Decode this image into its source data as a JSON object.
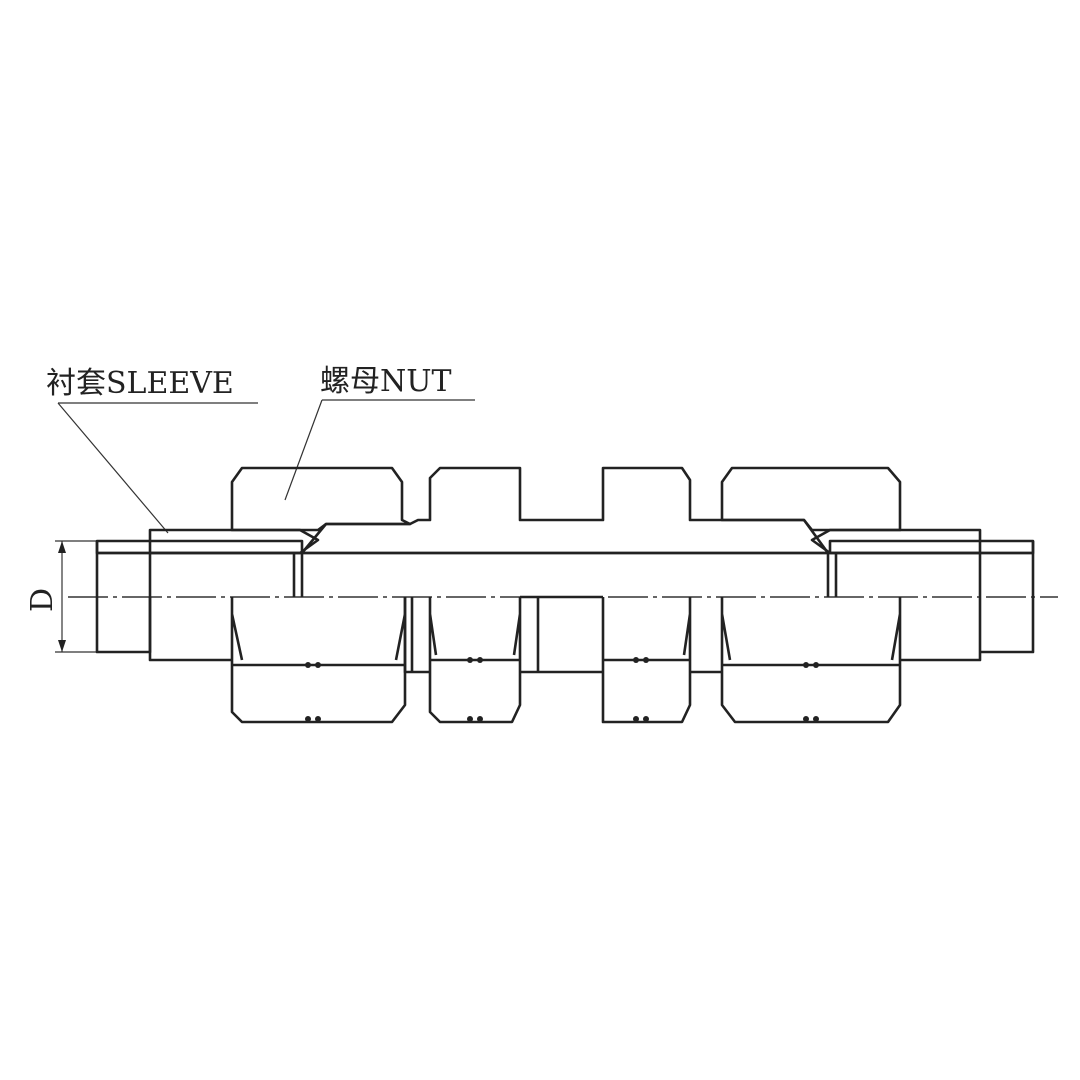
{
  "labels": {
    "sleeve": "衬套SLEEVE",
    "nut": "螺母NUT",
    "dimension": "D"
  },
  "colors": {
    "line": "#222222",
    "background": "#ffffff"
  }
}
